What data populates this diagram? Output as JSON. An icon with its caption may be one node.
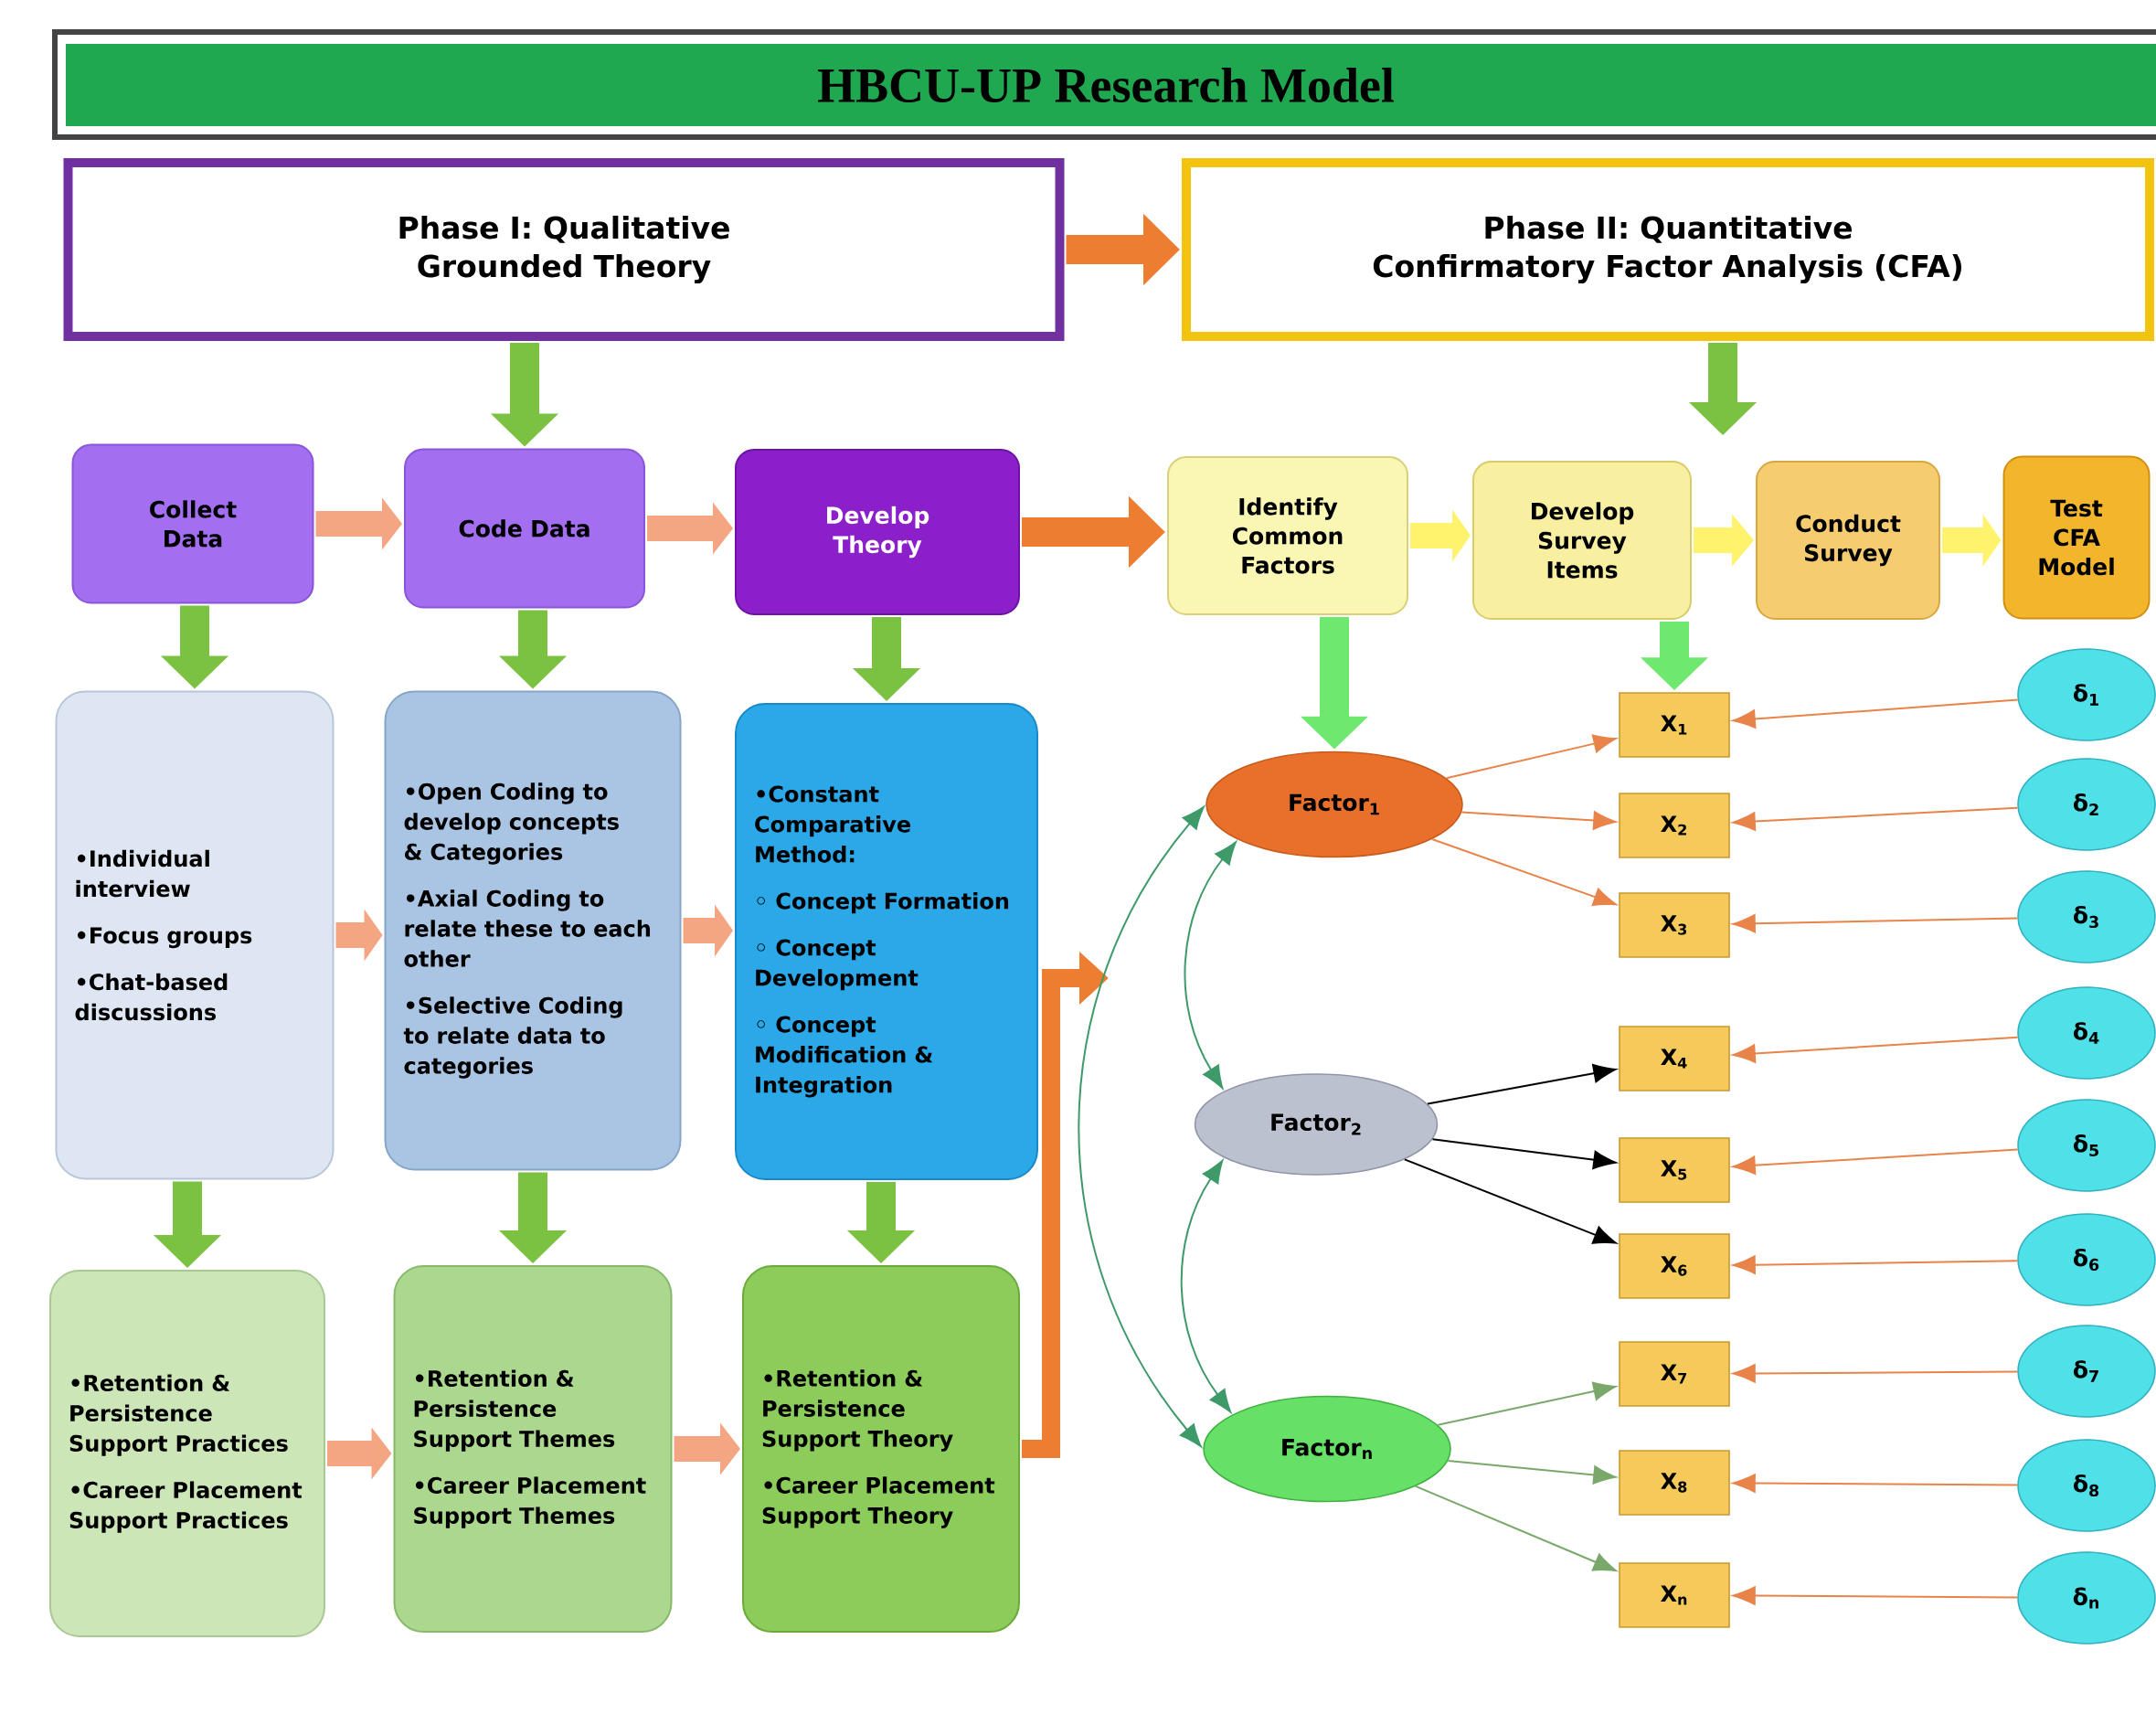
{
  "diagram": {
    "title": "HBCU-UP Research Model",
    "nodes": [
      {
        "text": [
          "Phase I: Qualitative Grounded Theory"
        ]
      },
      {
        "text": [
          "Phase II: Quantitative Confirmatory Factor Analysis (CFA)"
        ]
      },
      {
        "text": [
          "Collect Data"
        ]
      },
      {
        "text": [
          "Code Data"
        ]
      },
      {
        "text": [
          "Develop Theory"
        ]
      },
      {
        "text": [
          "Identify Common Factors"
        ]
      },
      {
        "text": [
          "Develop Survey Items"
        ]
      },
      {
        "text": [
          "Conduct Survey"
        ]
      },
      {
        "text": [
          "Test CFA Model"
        ]
      },
      {
        "text": [
          "•Individual interview",
          "•Focus groups",
          "•Chat-based discussions"
        ]
      },
      {
        "text": [
          "•Open Coding to develop concepts & Categories",
          "•Axial Coding to relate these to each other",
          "•Selective Coding to relate data to categories"
        ]
      },
      {
        "text": [
          "•Constant Comparative Method:",
          "◦ Concept Formation",
          "◦ Concept Development",
          "◦ Concept Modification & Integration"
        ]
      },
      {
        "text": [
          "•Retention & Persistence Support Practices",
          "•Career Placement Support Practices"
        ]
      },
      {
        "text": [
          "•Retention & Persistence Support Themes",
          "•Career Placement Support Themes"
        ]
      },
      {
        "text": [
          "•Retention & Persistence Support Theory",
          "•Career Placement Support Theory"
        ]
      },
      {
        "text": [
          "Factor$_{1}$"
        ]
      },
      {
        "text": [
          "Factor$_{2}$"
        ]
      },
      {
        "text": [
          "Factor$_{n}$"
        ]
      },
      {
        "text": [
          "X$_{1}$"
        ]
      },
      {
        "text": [
          "X$_{2}$"
        ]
      },
      {
        "text": [
          "X$_{3}$"
        ]
      },
      {
        "text": [
          "X$_{4}$"
        ]
      },
      {
        "text": [
          "X$_{5}$"
        ]
      },
      {
        "text": [
          "X$_{6}$"
        ]
      },
      {
        "text": [
          "X$_{7}$"
        ]
      },
      {
        "text": [
          "X$_{8}$"
        ]
      },
      {
        "text": [
          "X$_{n}$"
        ]
      },
      {
        "text": [
          "δ$_{1}$"
        ]
      },
      {
        "text": [
          "δ$_{2}$"
        ]
      },
      {
        "text": [
          "δ$_{3}$"
        ]
      },
      {
        "text": [
          "δ$_{4}$"
        ]
      },
      {
        "text": [
          "δ$_{5}$"
        ]
      },
      {
        "text": [
          "δ$_{6}$"
        ]
      },
      {
        "text": [
          "δ$_{7}$"
        ]
      },
      {
        "text": [
          "δ$_{8}$"
        ]
      },
      {
        "text": [
          "δ$_{n}$"
        ]
      }
    ],
    "edges": [
      {
        "from": 0,
        "to": 1,
        "arrow": "to",
        "color": "#ed7d31"
      },
      {
        "from": 0,
        "to": 3,
        "arrow": "to",
        "color": "#7cc242"
      },
      {
        "from": 1,
        "to": null,
        "arrow": "to",
        "color": "#7cc242"
      },
      {
        "from": 2,
        "to": 3,
        "arrow": "to",
        "color": "#f4a582"
      },
      {
        "from": 3,
        "to": 4,
        "arrow": "to",
        "color": "#f4a582"
      },
      {
        "from": 4,
        "to": 5,
        "arrow": "to",
        "color": "#ed7d31"
      },
      {
        "from": 5,
        "to": 6,
        "arrow": "to",
        "color": "#fff36e"
      },
      {
        "from": 6,
        "to": 7,
        "arrow": "to",
        "color": "#fff36e"
      },
      {
        "from": 7,
        "to": 8,
        "arrow": "to",
        "color": "#fff36e"
      },
      {
        "from": 2,
        "to": 9,
        "arrow": "to",
        "color": "#7cc242"
      },
      {
        "from": 3,
        "to": 10,
        "arrow": "to",
        "color": "#7cc242"
      },
      {
        "from": 4,
        "to": 11,
        "arrow": "to",
        "color": "#7cc242"
      },
      {
        "from": 5,
        "to": 15,
        "arrow": "to",
        "color": "#6ee86e"
      },
      {
        "from": 6,
        "to": 18,
        "arrow": "to",
        "color": "#6ee86e"
      },
      {
        "from": 9,
        "to": 10,
        "arrow": "to",
        "color": "#f4a582"
      },
      {
        "from": 10,
        "to": 11,
        "arrow": "to",
        "color": "#f4a582"
      },
      {
        "from": 9,
        "to": 12,
        "arrow": "to",
        "color": "#7cc242"
      },
      {
        "from": 10,
        "to": 13,
        "arrow": "to",
        "color": "#7cc242"
      },
      {
        "from": 11,
        "to": 14,
        "arrow": "to",
        "color": "#7cc242"
      },
      {
        "from": 12,
        "to": 13,
        "arrow": "to",
        "color": "#f4a582"
      },
      {
        "from": 13,
        "to": 14,
        "arrow": "to",
        "color": "#f4a582"
      },
      {
        "from": 14,
        "to": null,
        "arrow": "to",
        "color": "#ed7d31"
      },
      {
        "from": 15,
        "to": 18,
        "arrow": "to",
        "color": "#e8844a"
      },
      {
        "from": 15,
        "to": 19,
        "arrow": "to",
        "color": "#e8844a"
      },
      {
        "from": 15,
        "to": 20,
        "arrow": "to",
        "color": "#e8844a"
      },
      {
        "from": 16,
        "to": 21,
        "arrow": "to",
        "color": "#000000"
      },
      {
        "from": 16,
        "to": 22,
        "arrow": "to",
        "color": "#000000"
      },
      {
        "from": 16,
        "to": 23,
        "arrow": "to",
        "color": "#000000"
      },
      {
        "from": 17,
        "to": 24,
        "arrow": "to",
        "color": "#7aa86a"
      },
      {
        "from": 17,
        "to": 25,
        "arrow": "to",
        "color": "#7aa86a"
      },
      {
        "from": 17,
        "to": 26,
        "arrow": "to",
        "color": "#7aa86a"
      },
      {
        "from": 27,
        "to": 18,
        "arrow": "to",
        "color": "#e8844a"
      },
      {
        "from": 28,
        "to": 19,
        "arrow": "to",
        "color": "#e8844a"
      },
      {
        "from": 29,
        "to": 20,
        "arrow": "to",
        "color": "#e8844a"
      },
      {
        "from": 30,
        "to": 21,
        "arrow": "to",
        "color": "#e8844a"
      },
      {
        "from": 31,
        "to": 22,
        "arrow": "to",
        "color": "#e8844a"
      },
      {
        "from": 32,
        "to": 23,
        "arrow": "to",
        "color": "#e8844a"
      },
      {
        "from": 33,
        "to": 24,
        "arrow": "to",
        "color": "#e8844a"
      },
      {
        "from": 34,
        "to": 25,
        "arrow": "to",
        "color": "#e8844a"
      },
      {
        "from": 35,
        "to": 26,
        "arrow": "to",
        "color": "#e8844a"
      },
      {
        "from": 15,
        "to": 16,
        "arrow": "both",
        "color": "#3f9a6a"
      },
      {
        "from": 16,
        "to": 17,
        "arrow": "both",
        "color": "#3f9a6a"
      },
      {
        "from": 15,
        "to": 17,
        "arrow": "both",
        "color": "#3f9a6a"
      }
    ]
  }
}
